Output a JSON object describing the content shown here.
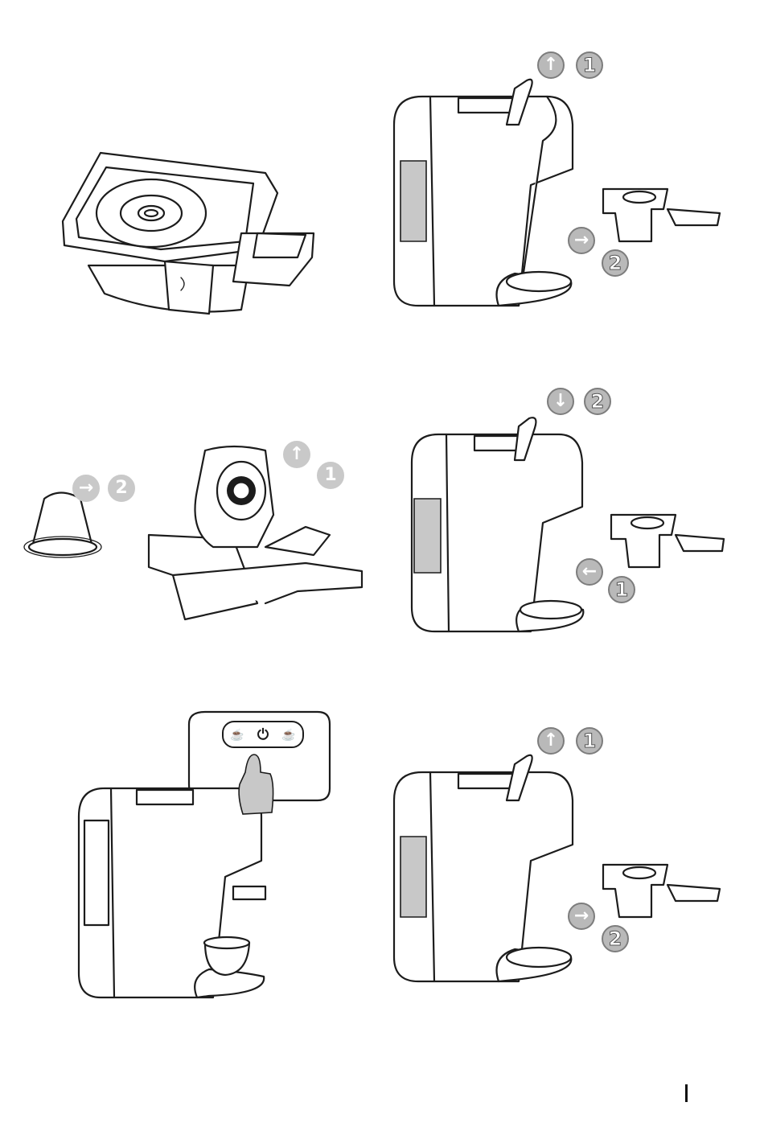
{
  "steps": [
    {
      "id": "capsule-holder",
      "badges": []
    },
    {
      "id": "lift-lever-remove-holder",
      "badges": [
        {
          "icon": "arrow-up-icon",
          "glyph": "↑",
          "number": "1"
        },
        {
          "icon": "arrow-right-icon",
          "glyph": "→",
          "number": "2"
        }
      ]
    },
    {
      "id": "insert-capsule",
      "badges": [
        {
          "icon": "arrow-up-icon",
          "glyph": "↑",
          "number": "1"
        },
        {
          "icon": "arrow-right-icon",
          "glyph": "→",
          "number": "2"
        }
      ]
    },
    {
      "id": "insert-holder-lower-lever",
      "badges": [
        {
          "icon": "arrow-left-icon",
          "glyph": "←",
          "number": "1"
        },
        {
          "icon": "arrow-down-icon",
          "glyph": "↓",
          "number": "2"
        }
      ]
    },
    {
      "id": "press-brew-button",
      "buttons": [
        {
          "icon": "cup-hot-water-icon"
        },
        {
          "icon": "power-icon",
          "glyph": "⏻"
        },
        {
          "icon": "coffee-cup-icon"
        }
      ]
    },
    {
      "id": "lift-lever-remove-holder-again",
      "badges": [
        {
          "icon": "arrow-up-icon",
          "glyph": "↑",
          "number": "1"
        },
        {
          "icon": "arrow-right-icon",
          "glyph": "→",
          "number": "2"
        }
      ]
    }
  ],
  "colors": {
    "line": "#1c1c1c",
    "badge": "#b9b9b9",
    "water": "#c8c8c8"
  }
}
